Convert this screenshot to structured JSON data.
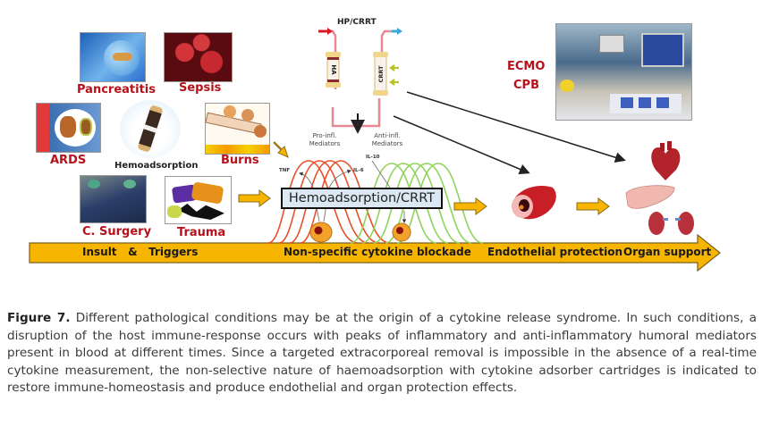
{
  "figure": {
    "triggers": {
      "pancreatitis": "Pancreatitis",
      "sepsis": "Sepsis",
      "ards": "ARDS",
      "hemoadsorption": "Hemoadsorption",
      "burns": "Burns",
      "c_surgery": "C. Surgery",
      "trauma": "Trauma"
    },
    "circuit": {
      "title": "HP/CRRT",
      "cartridge_left": "HA",
      "cartridge_right": "CRRT"
    },
    "extracorporeal": {
      "line1": "ECMO",
      "line2": "CPB"
    },
    "mediators": {
      "pro_line1": "Pro-infl.",
      "pro_line2": "Mediators",
      "anti_line1": "Anti-infl.",
      "anti_line2": "Mediators",
      "tnf": "TNF",
      "il6": "IL-6",
      "il10": "IL-10"
    },
    "center_box": "Hemoadsorption/CRRT",
    "timeline": {
      "stage1": "Insult   &   Triggers",
      "stage2": "Non-specific cytokine blockade",
      "stage3": "Endothelial protection",
      "stage4": "Organ support"
    },
    "colors": {
      "timeline_fill": "#f7b500",
      "pro_curves": "#e8502a",
      "anti_curves": "#8fd35a",
      "label_red": "#b5121b",
      "box_fill": "#dbe7f3"
    }
  },
  "caption": {
    "label": "Figure 7.",
    "text": " Different pathological conditions may be at the origin of a cytokine release syndrome. In such conditions, a disruption of the host immune-response occurs with peaks of inflammatory and anti-inflammatory humoral mediators present in blood at different times. Since a targeted extracorporeal removal is impossible in the absence of a real-time cytokine measurement, the non-selective nature of haemoadsorption with cytokine adsorber cartridges is indicated to restore immune-homeostasis and produce endothelial and organ protection effects."
  }
}
